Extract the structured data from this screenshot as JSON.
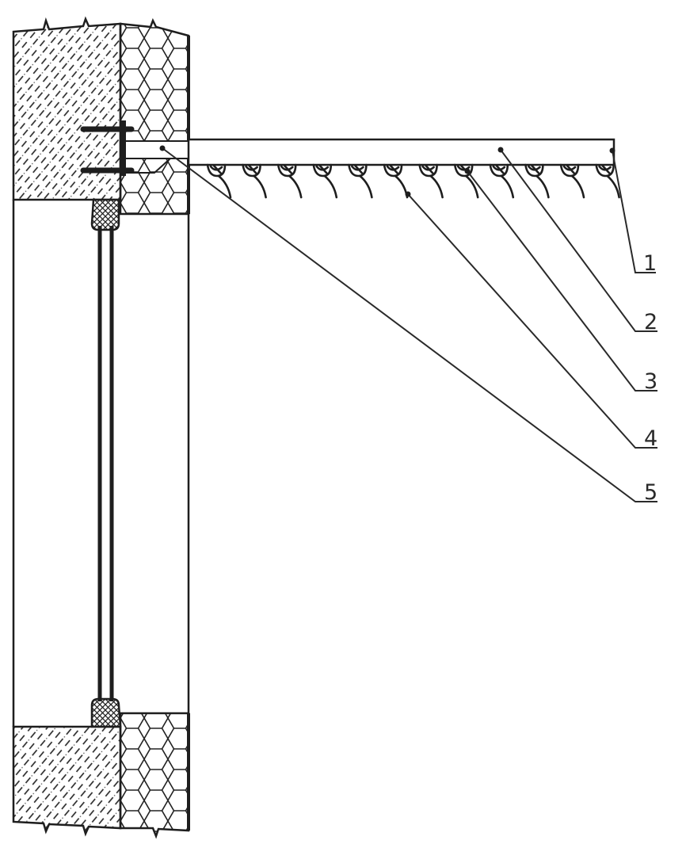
{
  "diagram": {
    "type": "section drawing: wall with external louver sunshade",
    "callouts": [
      {
        "number": "1"
      },
      {
        "number": "2"
      },
      {
        "number": "3"
      },
      {
        "number": "4"
      },
      {
        "number": "5"
      }
    ],
    "louver_count": 12,
    "colors": {
      "line": "#1e1e1e",
      "background": "#ffffff"
    }
  }
}
